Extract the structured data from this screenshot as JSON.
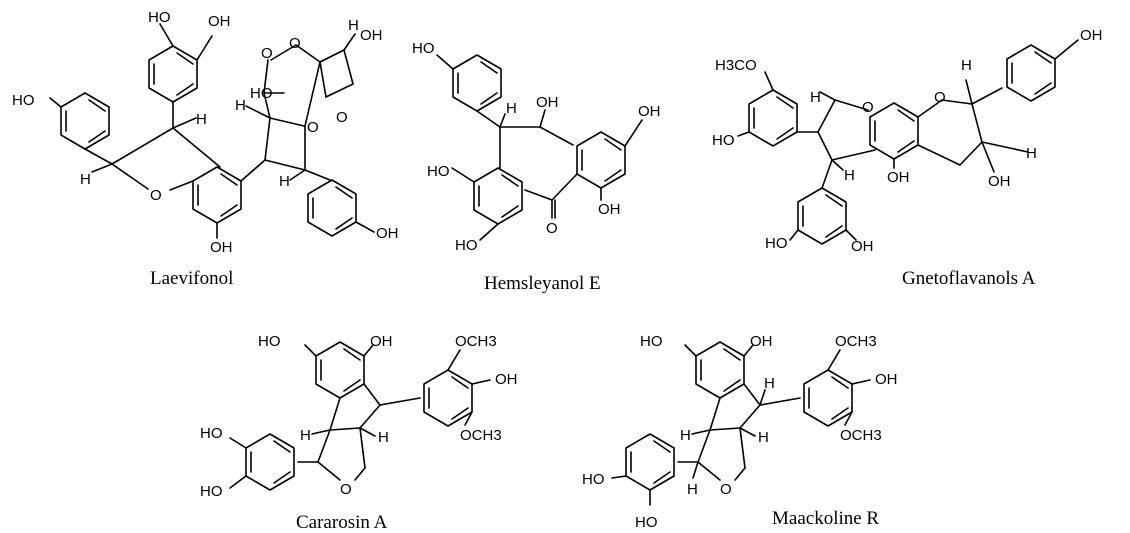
{
  "figure": {
    "molecules": [
      {
        "name": "Laevifonol",
        "atoms": [
          "HO",
          "OH",
          "HO",
          "H",
          "H",
          "O",
          "OH",
          "O",
          "O",
          "H",
          "OH",
          "HO",
          "H",
          "O",
          "O",
          "H",
          "OH"
        ]
      },
      {
        "name": "Hemsleyanol E",
        "atoms": [
          "HO",
          "H",
          "OH",
          "OH",
          "HO",
          "HO",
          "O",
          "OH"
        ]
      },
      {
        "name": "Gnetoflavanols A",
        "atoms": [
          "H3CO",
          "HO",
          "H",
          "O",
          "O",
          "H",
          "OH",
          "H",
          "H",
          "OH",
          "OH",
          "HO",
          "OH"
        ]
      },
      {
        "name": "Cararosin A",
        "atoms": [
          "HO",
          "OH",
          "OCH3",
          "OH",
          "OCH3",
          "HO",
          "HO",
          "H",
          "H",
          "O"
        ]
      },
      {
        "name": "Maackoline R",
        "atoms": [
          "HO",
          "OH",
          "H",
          "OCH3",
          "OH",
          "OCH3",
          "H",
          "H",
          "HO",
          "HO",
          "H",
          "O"
        ]
      }
    ]
  }
}
